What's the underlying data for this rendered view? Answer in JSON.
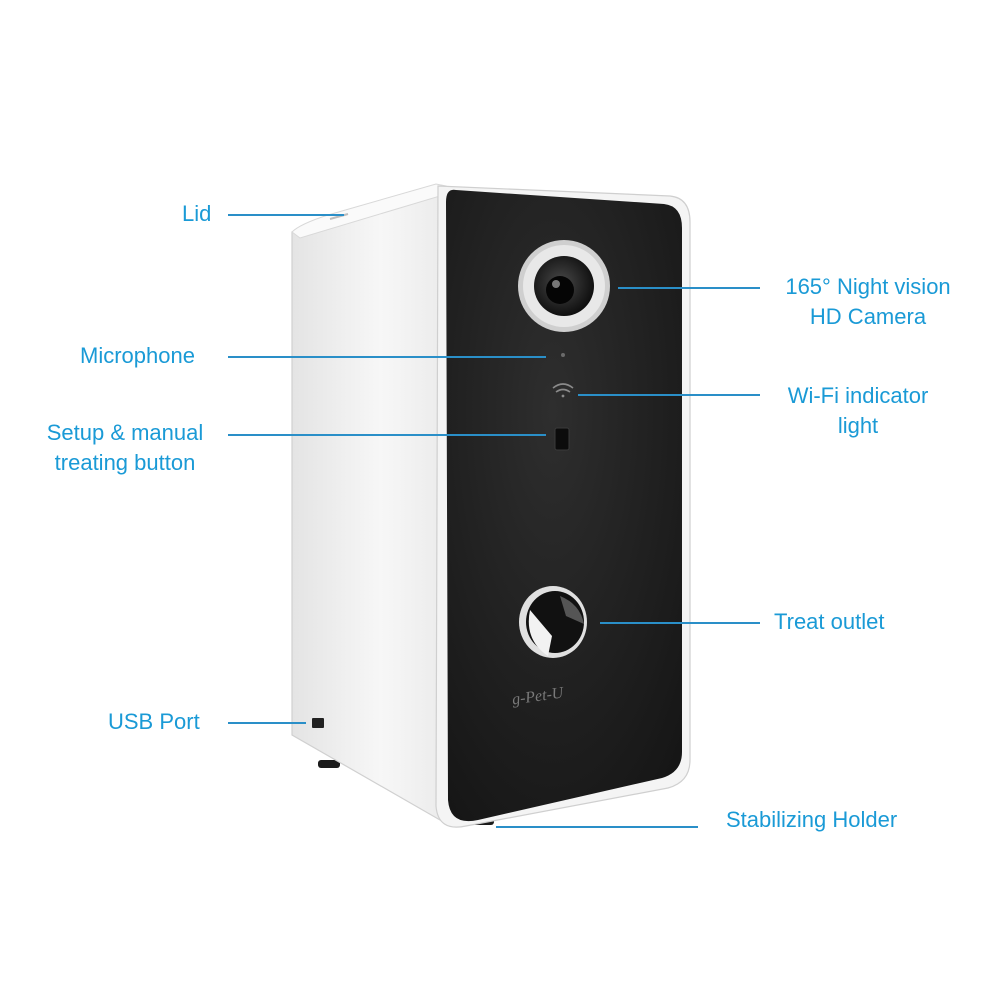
{
  "labels": {
    "lid": "Lid",
    "microphone": "Microphone",
    "setup_line1": "Setup & manual",
    "setup_line2": "treating button",
    "usb": "USB Port",
    "camera_line1": "165° Night vision",
    "camera_line2": "HD Camera",
    "wifi_line1": "Wi-Fi indicator",
    "wifi_line2": "light",
    "treat": "Treat outlet",
    "holder": "Stabilizing Holder"
  },
  "brand_logo": "g-Pet-U",
  "colors": {
    "label": "#1a9ad6",
    "leader": "#2a8fc8",
    "front_panel": "#232323",
    "body": "#f2f2f2"
  }
}
